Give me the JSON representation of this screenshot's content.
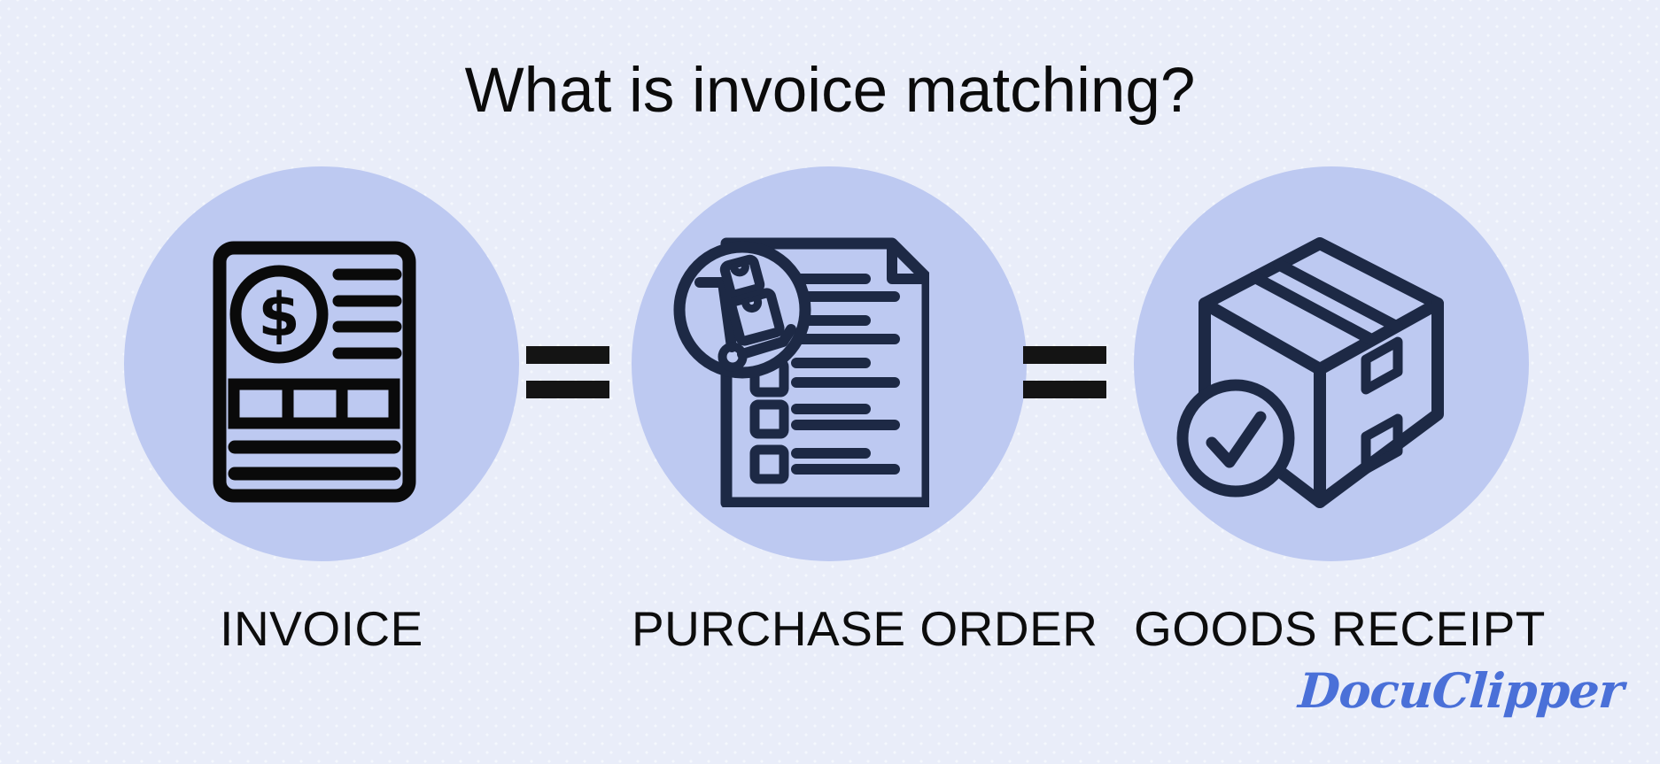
{
  "title": "What is invoice matching?",
  "items": [
    {
      "label": "INVOICE",
      "icon": "invoice-document-icon"
    },
    {
      "label": "PURCHASE ORDER",
      "icon": "purchase-order-icon"
    },
    {
      "label": "GOODS RECEIPT",
      "icon": "goods-receipt-box-icon"
    }
  ],
  "operators": {
    "first": "=",
    "second": "="
  },
  "logo": {
    "text": "DocuClipper"
  },
  "colors": {
    "background": "#e9edf9",
    "background_dots": "#f4f7fd",
    "circle_fill": "#bdc9f1",
    "invoice_icon_stroke": "#0a0a0a",
    "navy_icon_stroke": "#1d2945",
    "equals_sign": "#141414",
    "title_text": "#0b0b0b",
    "label_text": "#0d0d0d",
    "logo_blue": "#4a70d8"
  }
}
